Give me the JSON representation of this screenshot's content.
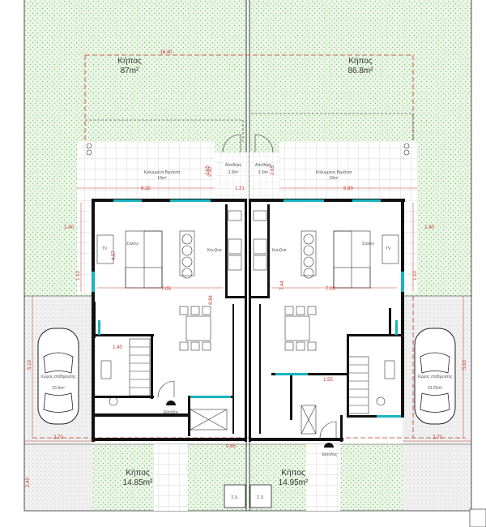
{
  "gardens": {
    "back_left": {
      "name": "Κήπος",
      "area": "87m²",
      "dim": "16.40"
    },
    "back_right": {
      "name": "Κήπος",
      "area": "86.8m²"
    },
    "front_left": {
      "name": "Κήπος",
      "area": "14.85m²"
    },
    "front_right": {
      "name": "Κήπος",
      "area": "14.95m²"
    }
  },
  "verandas": {
    "left": {
      "name": "Καλυμμένη Βεράντα",
      "area": "18m²",
      "dim": "6.32"
    },
    "right": {
      "name": "Καλυμμένη Βεράντα",
      "area": "18m²",
      "dim": "5.90"
    }
  },
  "storage": {
    "left": {
      "name": "Αποθήκη",
      "area": "3.3m²",
      "dim": "1.31"
    },
    "right": {
      "name": "Αποθήκη",
      "area": "3.3m²",
      "dim": "2.50"
    }
  },
  "rooms": {
    "living_left": "Σαλόνι",
    "living_right": "Σαλόνι",
    "kitchen_left": "Κουζίνα",
    "kitchen_right": "Κουζίνα",
    "tv_left": "TV",
    "tv_right": "TV",
    "entrance_left": "Είσοδος",
    "entrance_right": "Είσοδος"
  },
  "parking": {
    "left": {
      "name": "Χώρος στάθμευσης",
      "area": "23.4m²"
    },
    "right": {
      "name": "Χώρος στάθμευσης",
      "area": "23.25m²"
    }
  },
  "meters": {
    "left": "Σ.Χ.",
    "right": "Σ.Χ."
  },
  "dimensions": {
    "living_width_left": "7.05",
    "living_width_right": "7.05",
    "height_left": "4.57",
    "height_mid_left": "8.84",
    "height_mid_right": "7.44",
    "stair_left": "1.40",
    "stair_right": "1.55",
    "side_top_left": "1.40",
    "side_top_right": "1.40",
    "side_mid_left": "1.10",
    "side_mid_right": "1.10",
    "bottom_left": "2.70",
    "bottom_right": "2.70",
    "front_depth": "2.40",
    "plot_front": "0.65",
    "parking_left": "5.10",
    "parking_right": "5.10",
    "veranda_depth_left": "2.65",
    "veranda_depth_right": "2.65",
    "plot_top": "16.40"
  }
}
